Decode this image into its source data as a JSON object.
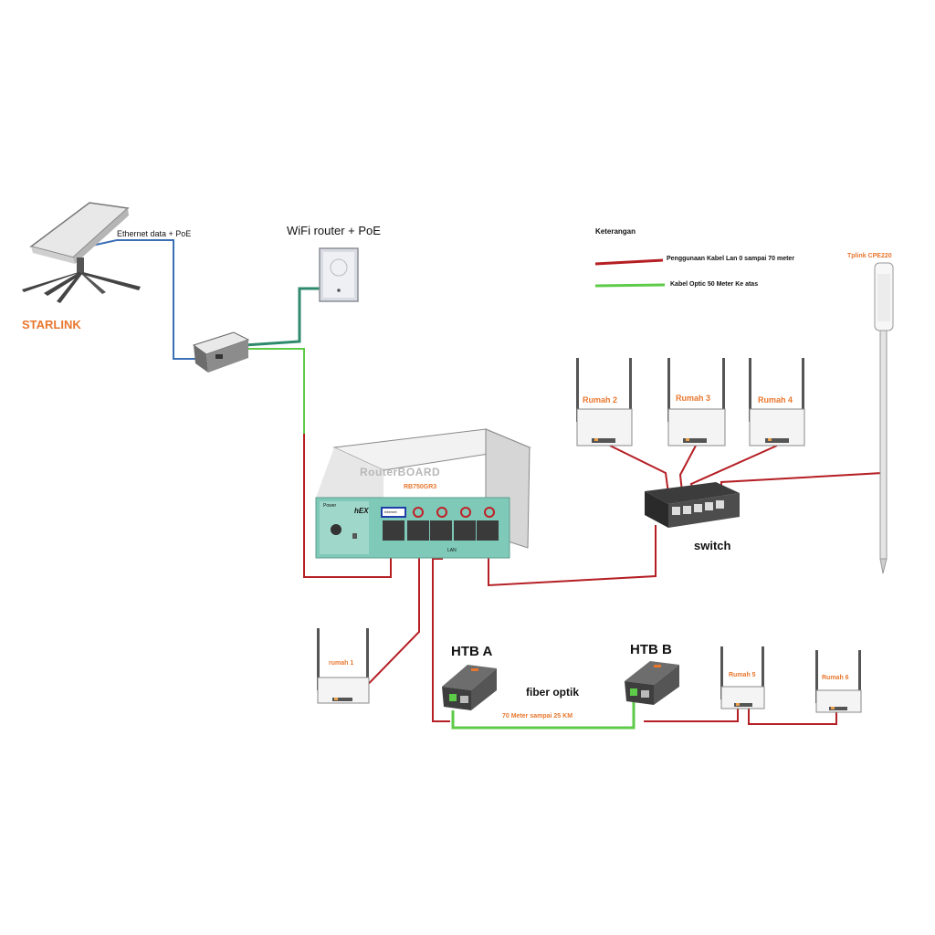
{
  "labels": {
    "starlink": "STARLINK",
    "ethernet_poe": "Ethernet data + PoE",
    "wifi_router_poe": "WiFi router + PoE",
    "keterangan": "Keterangan",
    "legend_lan": "Penggunaan Kabel Lan 0 sampai 70 meter",
    "legend_optic": "Kabel Optic 50 Meter Ke atas",
    "tplink": "Tplink CPE220",
    "rumah2": "Rumah 2",
    "rumah3": "Rumah 3",
    "rumah4": "Rumah 4",
    "switch": "switch",
    "router_model": "RB750GR3",
    "routerboard_brand": "RouterBOARD",
    "hex_logo": "hEX",
    "port_internet": "Internet",
    "port_lan": "LAN",
    "power_label": "Power",
    "rumah1": "rumah 1",
    "htb_a": "HTB A",
    "htb_b": "HTB B",
    "fiber_optik": "fiber optik",
    "fiber_range": "70 Meter sampai 25 KM",
    "rumah5": "Rumah 5",
    "rumah6": "Rumah 6"
  },
  "colors": {
    "lan_cable": "#b51f24",
    "optic_cable": "#5ecb48",
    "ethernet_cable": "#3a6fb5",
    "wifi_cable": "#2f8a6d",
    "label_orange": "#e8772e",
    "router_teal": "#7fc9b8"
  }
}
